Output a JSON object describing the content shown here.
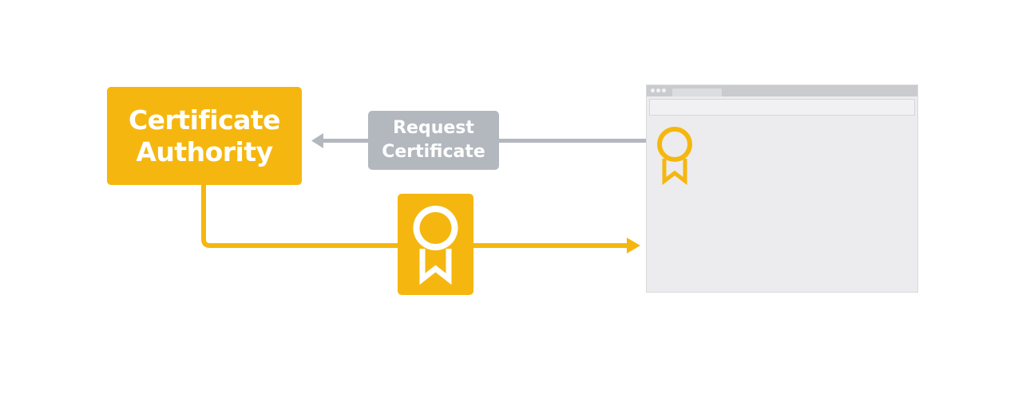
{
  "certificate_authority": {
    "line1": "Certificate",
    "line2": "Authority"
  },
  "request_label": {
    "line1": "Request",
    "line2": "Certificate"
  },
  "colors": {
    "ca_yellow": "#f5b70f",
    "request_gray": "#b3b8bf",
    "browser_bg": "#ececef",
    "browser_bar": "#c9cbcf",
    "white": "#ffffff"
  },
  "icons": {
    "issued_certificate": "award-ribbon-icon",
    "browser_certificate": "award-ribbon-icon",
    "request_arrow": "arrow-left-icon",
    "issue_arrow": "arrow-right-icon"
  }
}
